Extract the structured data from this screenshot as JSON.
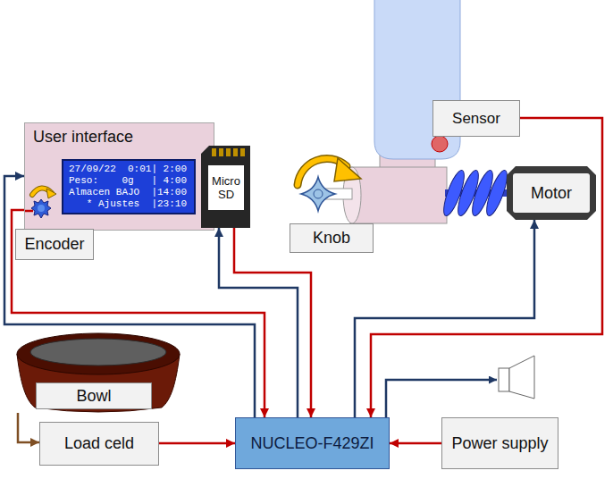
{
  "diagram": {
    "nodes": [
      {
        "text": [
          "User interface"
        ]
      },
      {
        "text": [
          "27/09/22  0:01| 2:00",
          "Peso:    0g   | 4:00",
          "Almacen BAJO  |14:00",
          "   * Ajustes  |23:10"
        ],
        "in": 0
      },
      {
        "text": [
          "Encoder"
        ]
      },
      {
        "text": [
          "Micro SD"
        ]
      },
      {
        "text": [
          "Sensor"
        ]
      },
      {
        "text": [
          "Knob"
        ]
      },
      {
        "text": [
          "Motor"
        ]
      },
      {
        "text": [
          "Bowl"
        ]
      },
      {
        "text": [
          "Load celd"
        ]
      },
      {
        "text": [
          "NUCLEO-F429ZI"
        ]
      },
      {
        "text": [
          "Power supply"
        ]
      }
    ],
    "edges": [
      {
        "from": 0,
        "to": 9,
        "arrow": "to"
      },
      {
        "from": 9,
        "to": 0,
        "arrow": "to"
      },
      {
        "from": 9,
        "to": 3,
        "arrow": "to"
      },
      {
        "from": 3,
        "to": 9,
        "arrow": "to"
      },
      {
        "from": 9,
        "to": 6,
        "arrow": "to"
      },
      {
        "from": 4,
        "to": 9,
        "arrow": "to"
      },
      {
        "from": 8,
        "to": 9,
        "arrow": "to"
      },
      {
        "from": 10,
        "to": 9,
        "arrow": "to"
      },
      {
        "from": 7,
        "to": 8,
        "arrow": "to"
      }
    ]
  }
}
